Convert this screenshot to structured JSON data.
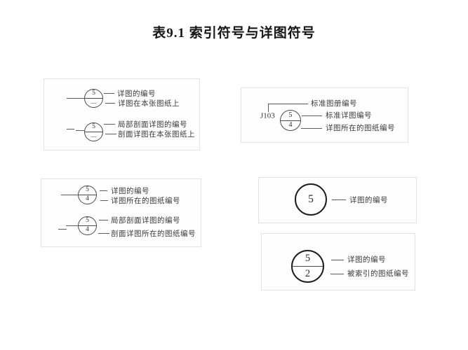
{
  "title": "表9.1 索引符号与详图符号",
  "panels": {
    "top_left": {
      "sym1": {
        "num_top": "5",
        "num_bottom": "—",
        "label1": "详图的编号",
        "label2": "详图在本张图纸上"
      },
      "sym2": {
        "num_top": "5",
        "num_bottom": "—",
        "label1": "局部剖面详图的编号",
        "label2": "剖面详图在本张图纸上"
      }
    },
    "top_right": {
      "atlas_code": "J103",
      "num_top": "5",
      "num_bottom": "4",
      "label1": "标准图册编号",
      "label2": "标准详图编号",
      "label3": "详图所在的图纸编号"
    },
    "mid_left": {
      "sym1": {
        "num_top": "5",
        "num_bottom": "4",
        "label1": "详图的编号",
        "label2": "详图所在的图纸编号"
      },
      "sym2": {
        "num_top": "5",
        "num_bottom": "4",
        "label1": "局部剖面详图的编号",
        "label2": "剖面详图所在的图纸编号"
      }
    },
    "mid_right": {
      "num": "5",
      "label1": "详图的编号"
    },
    "bottom_right": {
      "num_top": "5",
      "num_bottom": "2",
      "label1": "详图的编号",
      "label2": "被索引的图纸编号"
    }
  },
  "colors": {
    "background": "#ffffff",
    "panel_border": "#e3e3e3",
    "leader_line": "#5c5c5c",
    "label_text": "#3a3a3a",
    "circle_stroke_thin": "#4a4a4a",
    "circle_stroke_thick": "#1c1c1c"
  }
}
